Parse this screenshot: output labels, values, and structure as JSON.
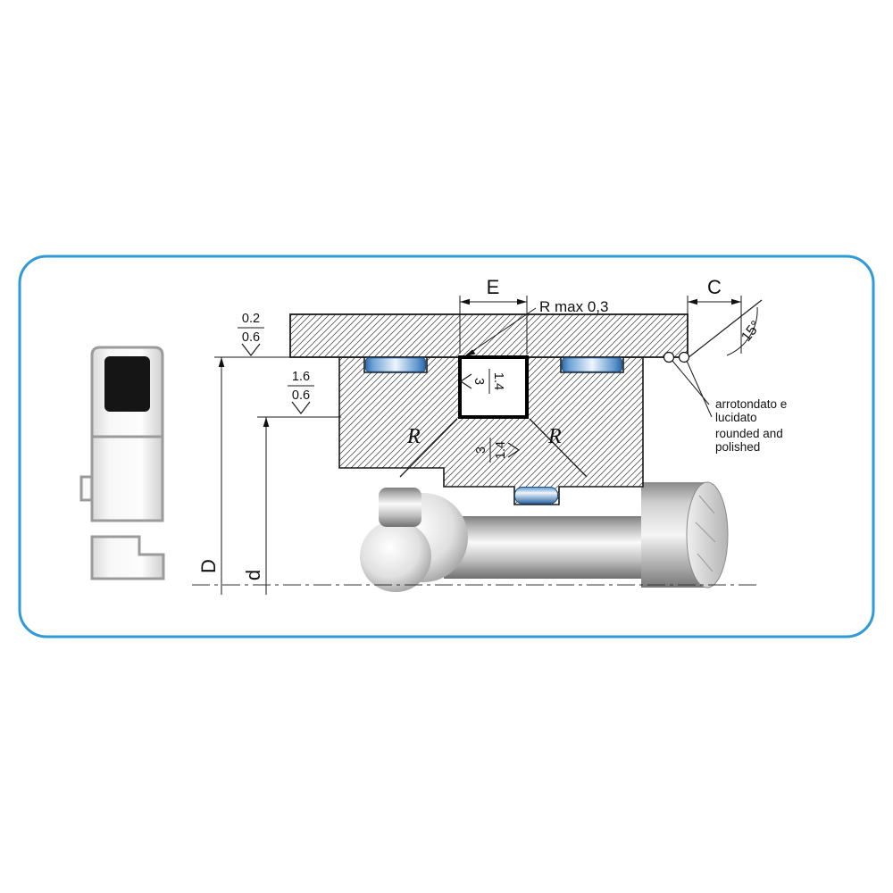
{
  "frame": {
    "border_color": "#2e9ad7"
  },
  "labels": {
    "dim_E": "E",
    "dim_C": "C",
    "dim_D": "D",
    "dim_d": "d",
    "r_max": "R max 0,3",
    "angle_15": "15°",
    "radius_left": "R",
    "radius_right": "R"
  },
  "surface_finish": {
    "bore": {
      "v1": "0.2",
      "v2": "0.6"
    },
    "groove_diameter": {
      "v1": "1.6",
      "v2": "0.6"
    },
    "groove_side": {
      "v1": "1.4",
      "v2": "3"
    },
    "groove_bottom": {
      "v1": "3",
      "v2": "1.4"
    }
  },
  "notes": {
    "italian_1": "arrotondato e",
    "italian_2": "lucidato",
    "english_1": "rounded and",
    "english_2": "polished"
  },
  "colors": {
    "seal_blue": "#3b7fc4",
    "outline": "#1a1a1a",
    "part_gray": "#9b9b9b"
  }
}
